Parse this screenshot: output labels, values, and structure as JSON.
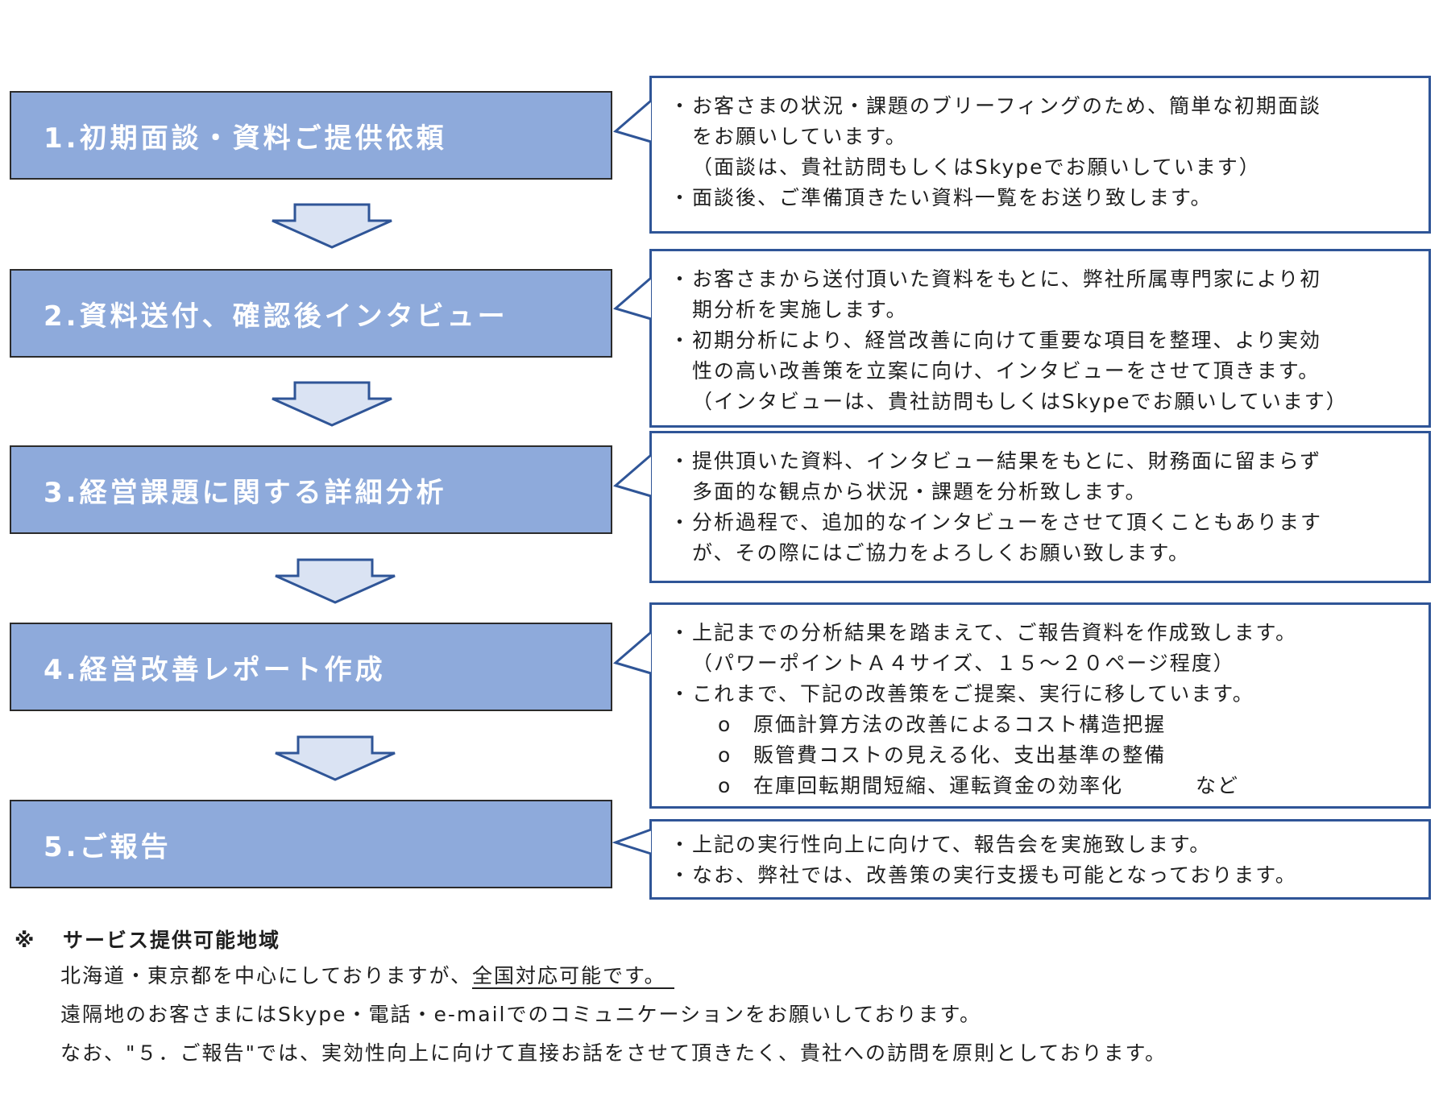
{
  "steps": [
    {
      "label": "1.初期面談・資料ご提供依頼"
    },
    {
      "label": "2.資料送付、確認後インタビュー"
    },
    {
      "label": "3.経営課題に関する詳細分析"
    },
    {
      "label": "4.経営改善レポート作成"
    },
    {
      "label": "5.ご報告"
    }
  ],
  "callouts": [
    {
      "bullet1_l1": "お客さまの状況・課題のブリーフィングのため、簡単な初期面談",
      "bullet1_l2": "をお願いしています。",
      "paren": "（面談は、貴社訪問もしくはSkypeでお願いしています）",
      "bullet2": "面談後、ご準備頂きたい資料一覧をお送り致します。"
    },
    {
      "bullet1_l1": "お客さまから送付頂いた資料をもとに、弊社所属専門家により初",
      "bullet1_l2": "期分析を実施します。",
      "bullet2_l1": "初期分析により、経営改善に向けて重要な項目を整理、より実効",
      "bullet2_l2": "性の高い改善策を立案に向け、インタビューをさせて頂きます。",
      "paren": "（インタビューは、貴社訪問もしくはSkypeでお願いしています）"
    },
    {
      "bullet1_l1": "提供頂いた資料、インタビュー結果をもとに、財務面に留まらず",
      "bullet1_l2": "多面的な観点から状況・課題を分析致します。",
      "bullet2_l1": "分析過程で、追加的なインタビューをさせて頂くこともあります",
      "bullet2_l2": "が、その際にはご協力をよろしくお願い致します。"
    },
    {
      "bullet1": "上記までの分析結果を踏まえて、ご報告資料を作成致します。",
      "paren": "（パワーポイントＡ４サイズ、１５～２０ページ程度）",
      "bullet2": "これまで、下記の改善策をご提案、実行に移しています。",
      "sub": [
        "原価計算方法の改善によるコスト構造把握",
        "販管費コストの見える化、支出基準の整備",
        "在庫回転期間短縮、運転資金の効率化"
      ],
      "etc": "など"
    },
    {
      "bullet1": "上記の実行性向上に向けて、報告会を実施致します。",
      "bullet2": "なお、弊社では、改善策の実行支援も可能となっております。"
    }
  ],
  "bullet_char": "・",
  "sub_bullet_char": "o",
  "note": {
    "mark": "※",
    "title": "サービス提供可能地域",
    "line1_a": "北海道・東京都を中心にしておりますが、",
    "line1_b": "全国対応可能です。",
    "line2": "遠隔地のお客さまにはSkype・電話・e-mailでのコミュニケーションをお願いしております。",
    "line3": "なお、\"５．ご報告\"では、実効性向上に向けて直接お話をさせて頂きたく、貴社への訪問を原則としております。"
  },
  "colors": {
    "step_fill": "#8eaadb",
    "callout_border": "#2f5597",
    "arrow_fill": "#dae3f3",
    "arrow_stroke": "#2f5597"
  }
}
